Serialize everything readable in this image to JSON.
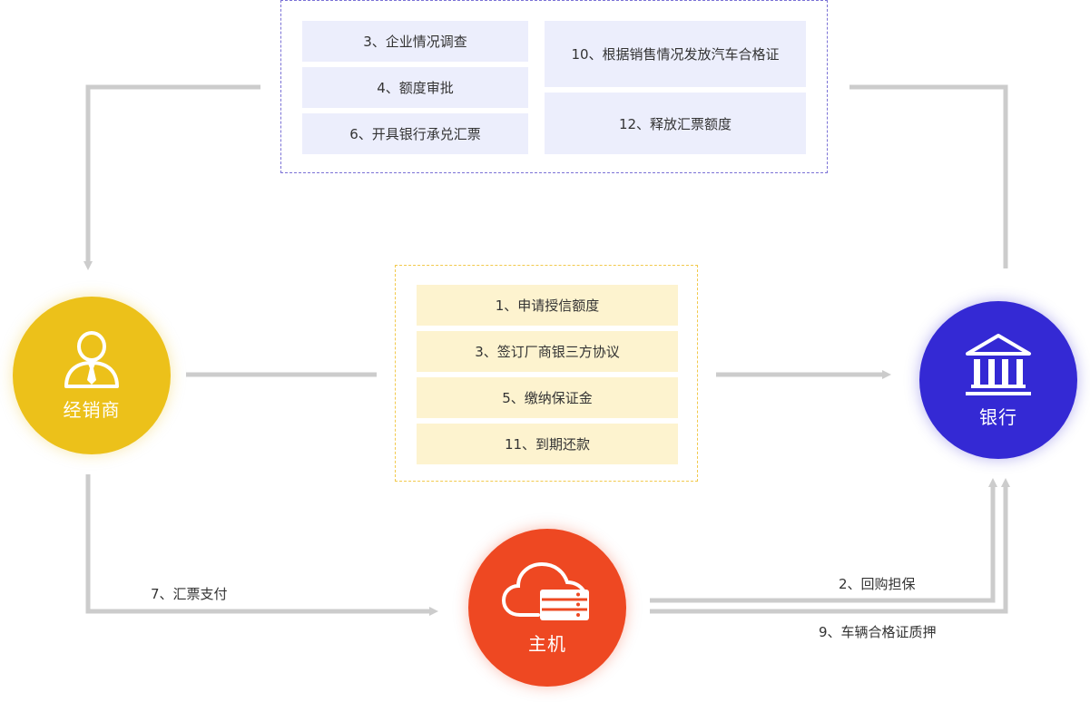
{
  "bank_tasks": {
    "col1": [
      "3、企业情况调查",
      "4、额度审批",
      "6、开具银行承兑汇票"
    ],
    "col2": [
      "10、根据销售情况发放汽车合格证",
      "12、释放汇票额度"
    ]
  },
  "dealer_bank_tasks": [
    "1、申请授信额度",
    "3、签订厂商银三方协议",
    "5、缴纳保证金",
    "11、到期还款"
  ],
  "nodes": {
    "dealer": {
      "label": "经销商",
      "icon": "person-tie-icon",
      "color": "#ecc11a"
    },
    "bank": {
      "label": "银行",
      "icon": "bank-building-icon",
      "color": "#3429d4"
    },
    "oem": {
      "label": "主机",
      "icon": "cloud-server-icon",
      "color": "#ee4822"
    }
  },
  "edges": {
    "draft_payment": "7、汇票支付",
    "buyback_guarantee": "2、回购担保",
    "certificate_pledge": "9、车辆合格证质押"
  },
  "colors": {
    "connector": "#cccccc",
    "bank_box_border": "#7b72d6",
    "mid_box_border": "#f2c94c",
    "bank_cell_fill": "#eceefc",
    "mid_cell_fill": "#fdf3cf"
  }
}
